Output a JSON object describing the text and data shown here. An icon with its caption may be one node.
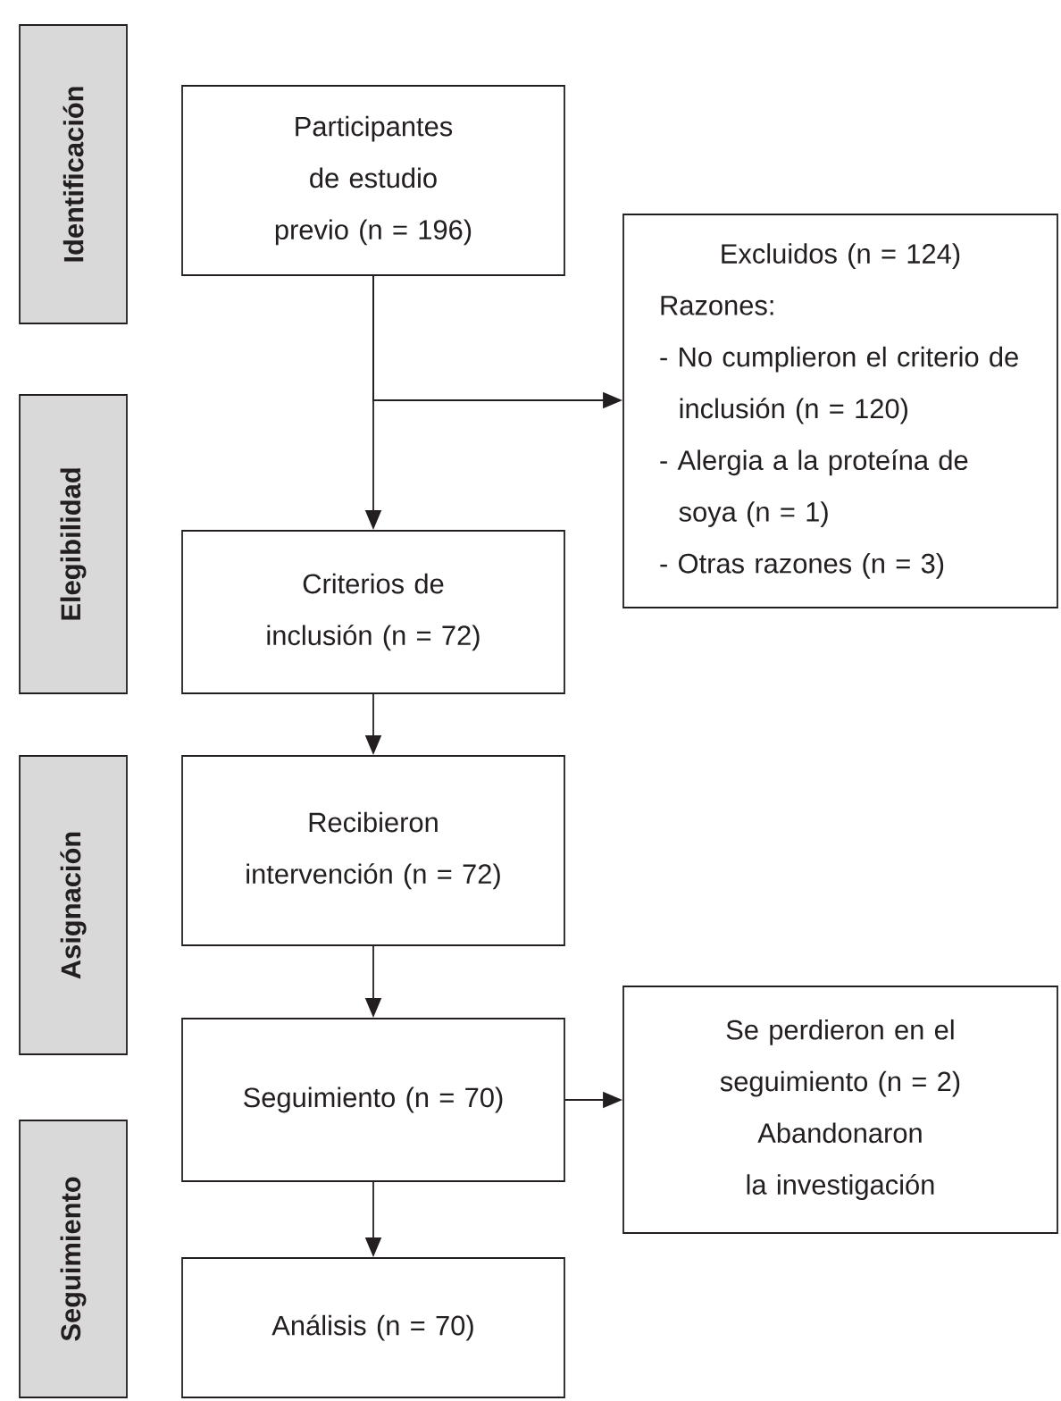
{
  "diagram": {
    "nodes": [
      {
        "text": [
          "Identificación"
        ]
      },
      {
        "text": [
          "Elegibilidad"
        ]
      },
      {
        "text": [
          "Asignación"
        ]
      },
      {
        "text": [
          "Seguimiento"
        ]
      },
      {
        "text": [
          "Participantes de estudio previo (n = 196)"
        ]
      },
      {
        "text": [
          "Excluidos (n = 124)",
          "Razones:",
          "- No cumplieron el criterio de inclusión (n = 120)",
          "- Alergia a la proteína de soya (n = 1)",
          "- Otras razones (n = 3)"
        ]
      },
      {
        "text": [
          "Criterios de inclusión (n = 72)"
        ]
      },
      {
        "text": [
          "Recibieron intervención (n = 72)"
        ]
      },
      {
        "text": [
          "Seguimiento (n = 70)"
        ]
      },
      {
        "text": [
          "Se perdieron en el seguimiento (n = 2)",
          "Abandonaron la investigación"
        ]
      },
      {
        "text": [
          "Análisis (n = 70)"
        ]
      }
    ],
    "edges": [
      {
        "from": 4,
        "to": 6,
        "arrow": "to"
      },
      {
        "from": 4,
        "to": 5,
        "arrow": "to"
      },
      {
        "from": 6,
        "to": 7,
        "arrow": "to"
      },
      {
        "from": 7,
        "to": 8,
        "arrow": "to"
      },
      {
        "from": 8,
        "to": 9,
        "arrow": "to"
      },
      {
        "from": 8,
        "to": 10,
        "arrow": "to"
      }
    ]
  }
}
